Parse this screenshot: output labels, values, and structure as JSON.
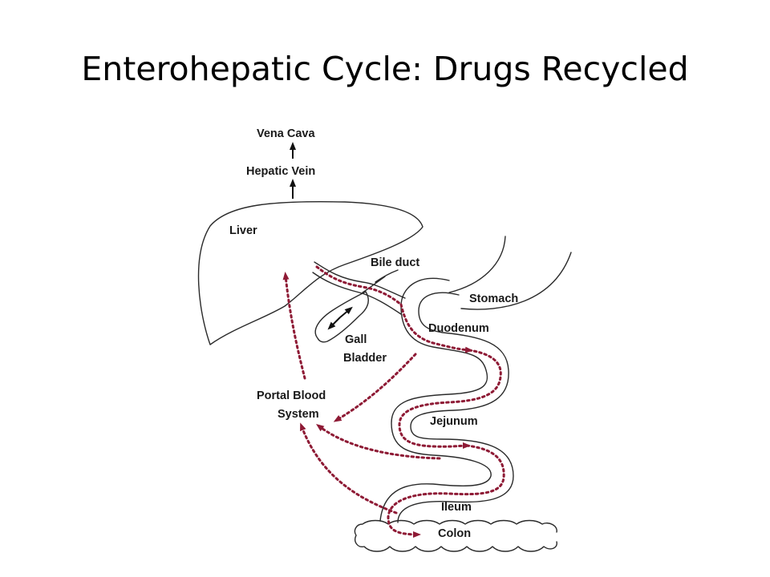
{
  "title": "Enterohepatic Cycle: Drugs Recycled",
  "labels": {
    "vena_cava": "Vena Cava",
    "hepatic_vein": "Hepatic Vein",
    "liver": "Liver",
    "bile_duct": "Bile duct",
    "stomach": "Stomach",
    "duodenum": "Duodenum",
    "gall_bladder_line1": "Gall",
    "gall_bladder_line2": "Bladder",
    "portal_line1": "Portal Blood",
    "portal_line2": "System",
    "jejunum": "Jejunum",
    "ileum": "Ileum",
    "colon": "Colon"
  },
  "colors": {
    "flow_arrows": "#8e1a35",
    "outline": "#2a2a2a"
  }
}
